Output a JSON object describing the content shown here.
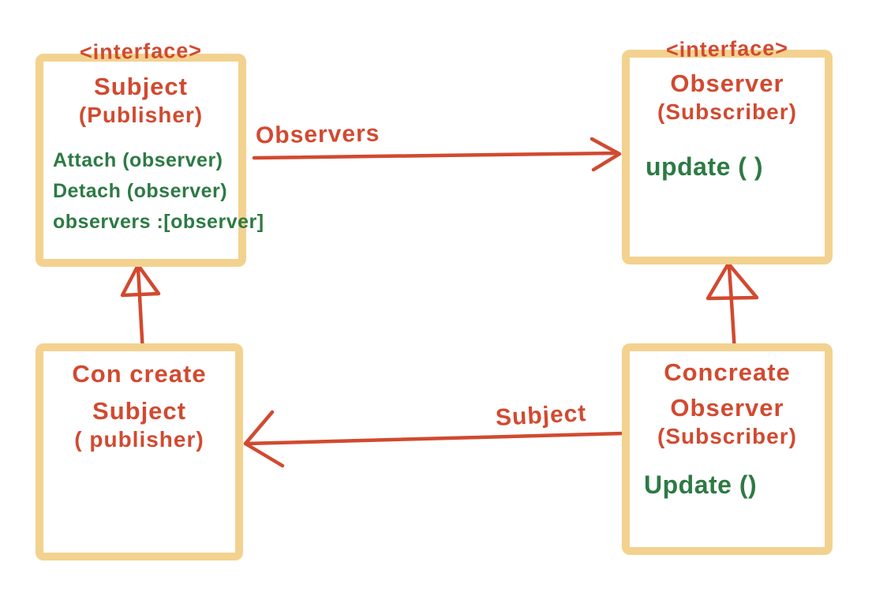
{
  "colors": {
    "box_border": "#F3D28F",
    "red": "#D14A30",
    "green": "#2D7A44"
  },
  "boxes": [
    {
      "id": "subject-interface",
      "title_lines": [
        "<interface>",
        "Subject",
        "(Publisher)"
      ],
      "members": [
        "Attach (observer)",
        "Detach (observer)",
        "observers :[observer]"
      ]
    },
    {
      "id": "observer-interface",
      "title_lines": [
        "<interface>",
        "Observer",
        "(Subscriber)"
      ],
      "members": [
        "update ( )"
      ]
    },
    {
      "id": "concrete-subject",
      "title_lines": [
        "Con create",
        "Subject",
        "( publisher)"
      ],
      "members": []
    },
    {
      "id": "concrete-observer",
      "title_lines": [
        "Concreate",
        "Observer",
        "(Subscriber)"
      ],
      "members": [
        "Update ()"
      ]
    }
  ],
  "labels": {
    "observers": "Observers",
    "subject": "Subject"
  }
}
